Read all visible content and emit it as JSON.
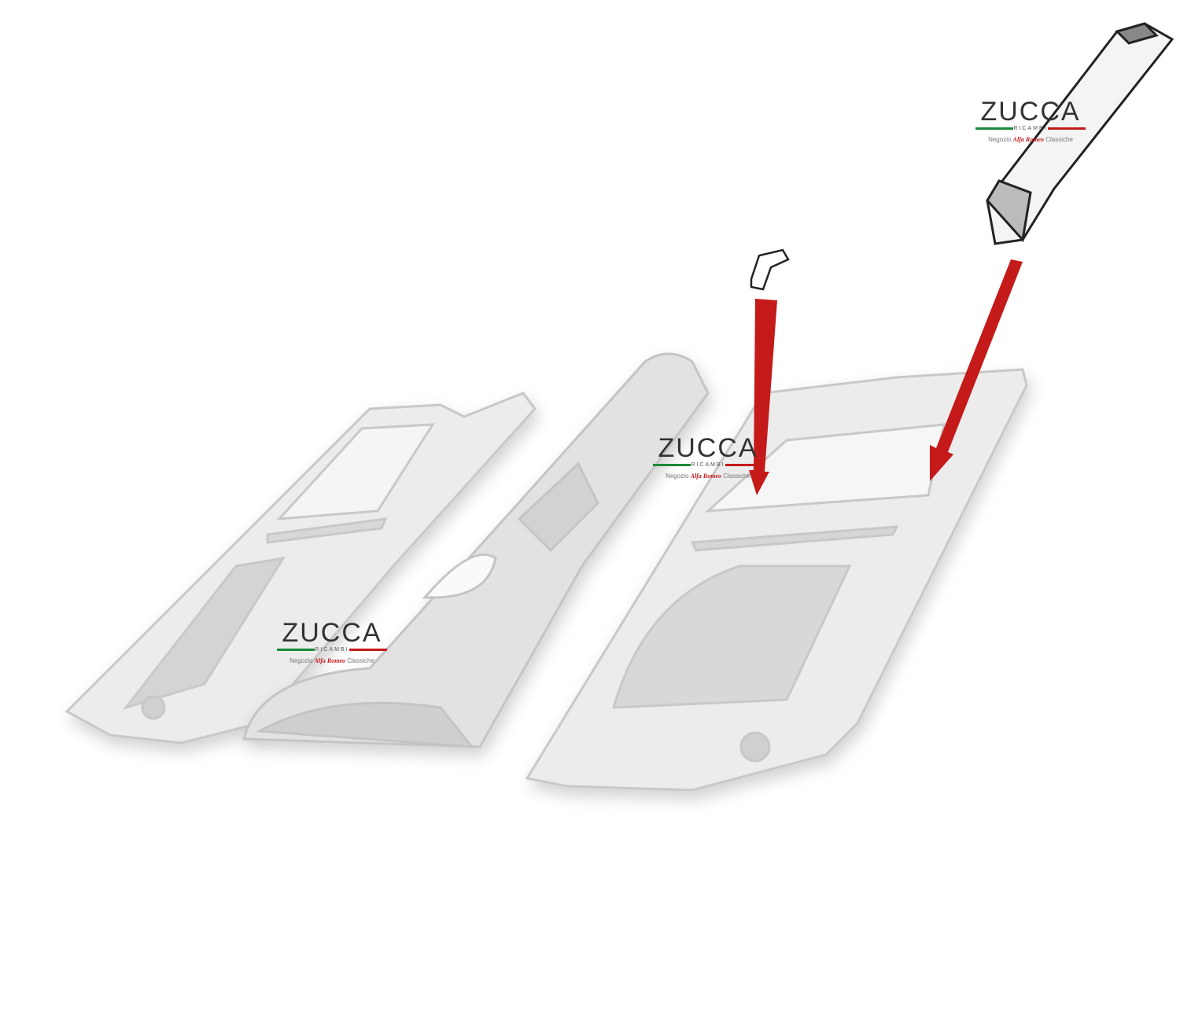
{
  "diagram": {
    "description_parts": [
      "floor-pan-left",
      "transmission-tunnel",
      "floor-pan-right",
      "small-bracket",
      "crossmember-rail"
    ],
    "arrow_color": "#c41a1a",
    "part_fill": "#e4e4e4",
    "part_stroke": "#bdbdbd"
  },
  "watermark": {
    "brand": "ZUCCA",
    "tagline": "RICAMBI",
    "sub_left": "Negozio",
    "sub_script": "Alfa Romeo",
    "sub_right": "Classiche"
  }
}
